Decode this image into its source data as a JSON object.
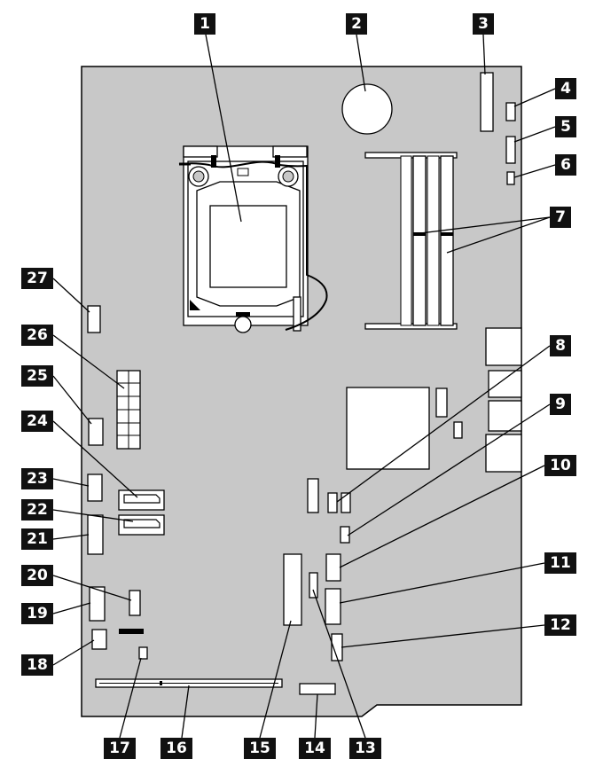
{
  "diagram": {
    "colors": {
      "board": "#c8c8c8",
      "label_bg": "#111111",
      "label_text": "#ffffff",
      "line": "#000000"
    },
    "callouts": [
      "1",
      "2",
      "3",
      "4",
      "5",
      "6",
      "7",
      "8",
      "9",
      "10",
      "11",
      "12",
      "13",
      "14",
      "15",
      "16",
      "17",
      "18",
      "19",
      "20",
      "21",
      "22",
      "23",
      "24",
      "25",
      "26",
      "27"
    ]
  }
}
